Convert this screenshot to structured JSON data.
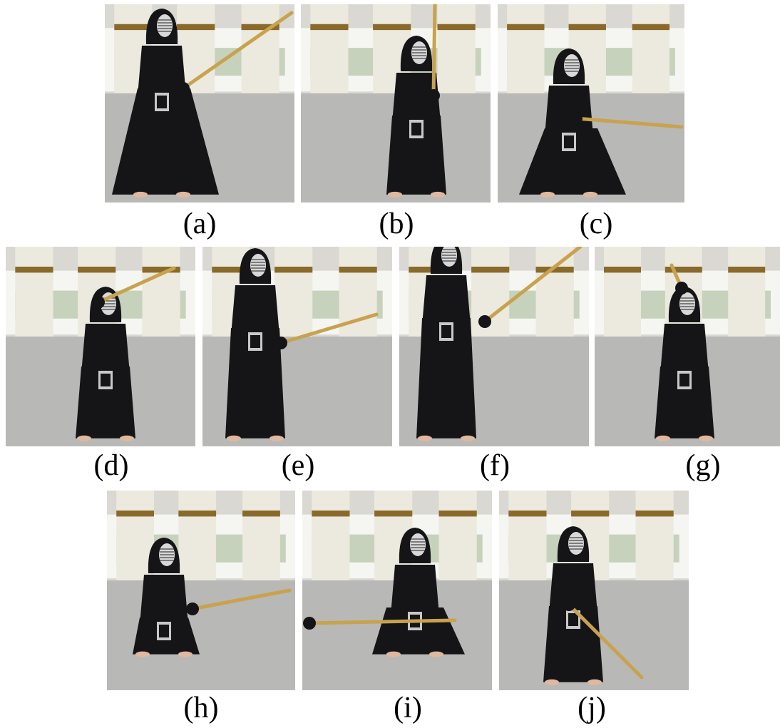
{
  "figure": {
    "panels": [
      {
        "id": "a",
        "caption": "(a)",
        "pose": "lunging strike"
      },
      {
        "id": "b",
        "caption": "(b)",
        "pose": "sword raised vertical"
      },
      {
        "id": "c",
        "caption": "(c)",
        "pose": "low lunge forward"
      },
      {
        "id": "d",
        "caption": "(d)",
        "pose": "overhead guard"
      },
      {
        "id": "e",
        "caption": "(e)",
        "pose": "middle stance"
      },
      {
        "id": "f",
        "caption": "(f)",
        "pose": "sword extended"
      },
      {
        "id": "g",
        "caption": "(g)",
        "pose": "sword overhead"
      },
      {
        "id": "h",
        "caption": "(h)",
        "pose": "crouched with sword forward"
      },
      {
        "id": "i",
        "caption": "(i)",
        "pose": "kneeling with sword low"
      },
      {
        "id": "j",
        "caption": "(j)",
        "pose": "standing, sword held low"
      }
    ]
  },
  "colors": {
    "floor": "#b8b9b6",
    "wall": "#d9d8d2",
    "pillar": "#ece9df",
    "pillar_band": "#8a6a2a",
    "window": "#f5f6f2",
    "greenery": "#6f8f5a",
    "armor": "#151517",
    "sword": "#c8a24f",
    "mask_grill": "#d8d8d8"
  }
}
